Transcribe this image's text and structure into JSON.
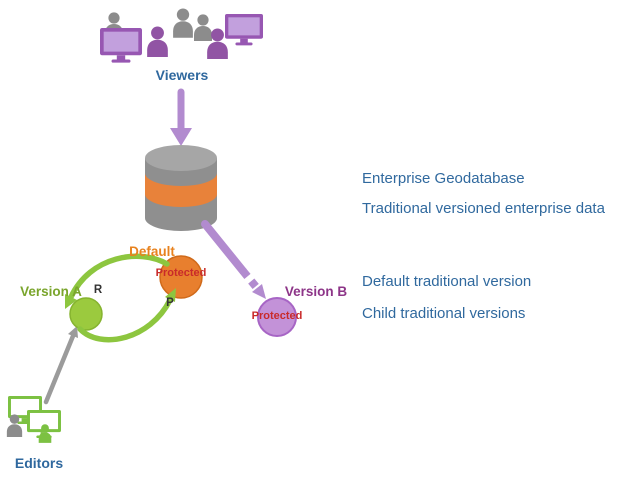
{
  "nodes": {
    "viewers": {
      "label": "Viewers"
    },
    "editors": {
      "label": "Editors"
    },
    "default_version": {
      "label": "Default",
      "badge": "Protected"
    },
    "version_a": {
      "label": "Version A"
    },
    "version_b": {
      "label": "Version B",
      "badge": "Protected"
    },
    "reconcile": {
      "label": "R"
    },
    "post": {
      "label": "P"
    }
  },
  "annotations": {
    "enterprise_geodatabase": "Enterprise Geodatabase",
    "versioned_data": "Traditional versioned enterprise data",
    "default_version_note": "Default traditional version",
    "child_versions_note": "Child traditional versions"
  },
  "colors": {
    "annotation_blue": "#30699e",
    "orange": "#e8821e",
    "green": "#8dc63f",
    "purple_arrow": "#b28bcf",
    "purple_dark": "#9757b2",
    "magenta_label": "#8d3588",
    "protected_red": "#c92a2a",
    "database_gray": "#8f8f8f",
    "editor_green": "#7cc142"
  }
}
